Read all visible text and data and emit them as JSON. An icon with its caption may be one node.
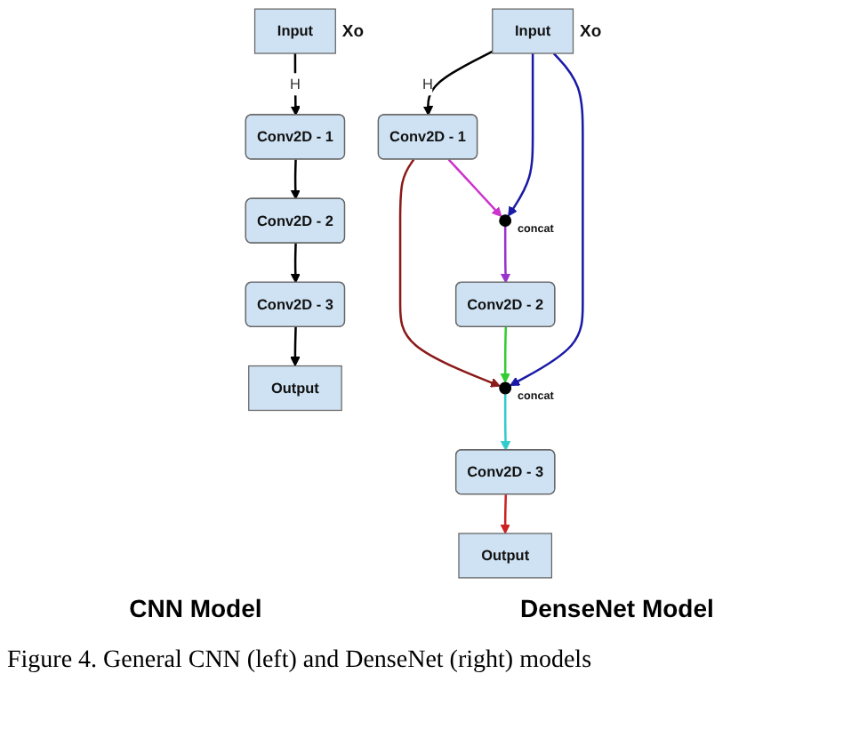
{
  "diagram": {
    "caption": "Figure 4. General CNN (left) and DenseNet (right) models",
    "nodes": [
      {
        "text": [
          "Input"
        ],
        "beside": [
          "Xo"
        ]
      },
      {
        "text": [
          "Conv2D - 1"
        ]
      },
      {
        "text": [
          "Conv2D - 2"
        ]
      },
      {
        "text": [
          "Conv2D - 3"
        ]
      },
      {
        "text": [
          "Output"
        ]
      },
      {
        "text": [
          "Input"
        ],
        "beside": [
          "Xo"
        ]
      },
      {
        "text": [
          "Conv2D - 1"
        ]
      },
      {
        "text": [],
        "shape": "circle",
        "beside": [
          "concat"
        ]
      },
      {
        "text": [
          "Conv2D - 2"
        ]
      },
      {
        "text": [],
        "shape": "circle",
        "beside": [
          "concat"
        ]
      },
      {
        "text": [
          "Conv2D - 3"
        ]
      },
      {
        "text": [
          "Output"
        ]
      }
    ],
    "edges": [
      {
        "from": 0,
        "to": 1,
        "arrow": "to",
        "label": "H"
      },
      {
        "from": 1,
        "to": 2,
        "arrow": "to"
      },
      {
        "from": 2,
        "to": 3,
        "arrow": "to"
      },
      {
        "from": 3,
        "to": 4,
        "arrow": "to"
      },
      {
        "from": 5,
        "to": 6,
        "arrow": "to",
        "label": "H"
      },
      {
        "from": 6,
        "to": 7,
        "arrow": "to",
        "color": "#cc33cc"
      },
      {
        "from": 5,
        "to": 7,
        "arrow": "to",
        "color": "#1a1aa6"
      },
      {
        "from": 7,
        "to": 8,
        "arrow": "to",
        "color": "#9933cc"
      },
      {
        "from": 6,
        "to": 9,
        "arrow": "to",
        "color": "#8b1a1a"
      },
      {
        "from": 8,
        "to": 9,
        "arrow": "to",
        "color": "#33cc33"
      },
      {
        "from": 5,
        "to": 9,
        "arrow": "to",
        "color": "#1a1aa6"
      },
      {
        "from": 9,
        "to": 10,
        "arrow": "to",
        "color": "#33cccc"
      },
      {
        "from": 10,
        "to": 11,
        "arrow": "to",
        "color": "#cc2222"
      }
    ],
    "labels": [
      "CNN Model",
      "DenseNet Model"
    ]
  }
}
